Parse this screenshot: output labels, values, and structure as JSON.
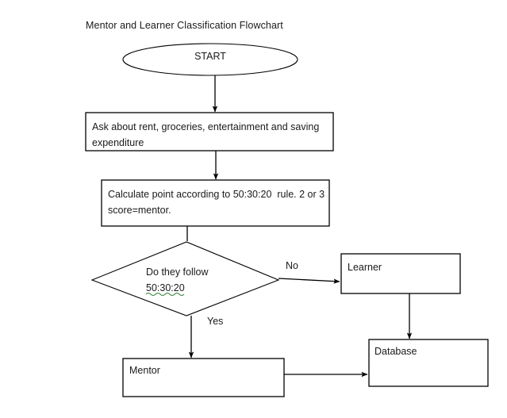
{
  "title": "Mentor and Learner Classification Flowchart",
  "nodes": {
    "start": {
      "label": "START",
      "shape": "ellipse"
    },
    "box1": {
      "label": "Ask about rent, groceries, entertainment and saving expenditure",
      "shape": "rectangle"
    },
    "box2": {
      "label": "Calculate point according to 50:30:20  rule. 2 or 3 score=mentor.",
      "shape": "rectangle"
    },
    "decision": {
      "label": "Do they follow\n50:30:20",
      "shape": "diamond"
    },
    "learner": {
      "label": "Learner",
      "shape": "rectangle"
    },
    "mentor": {
      "label": "Mentor",
      "shape": "rectangle"
    },
    "database": {
      "label": "Database",
      "shape": "rectangle"
    }
  },
  "edges": {
    "no_label": "No",
    "yes_label": "Yes"
  },
  "colors": {
    "stroke": "#000000",
    "text": "#1a1a1a",
    "background": "#ffffff",
    "spellcheck_underline": "#2e7d32"
  }
}
